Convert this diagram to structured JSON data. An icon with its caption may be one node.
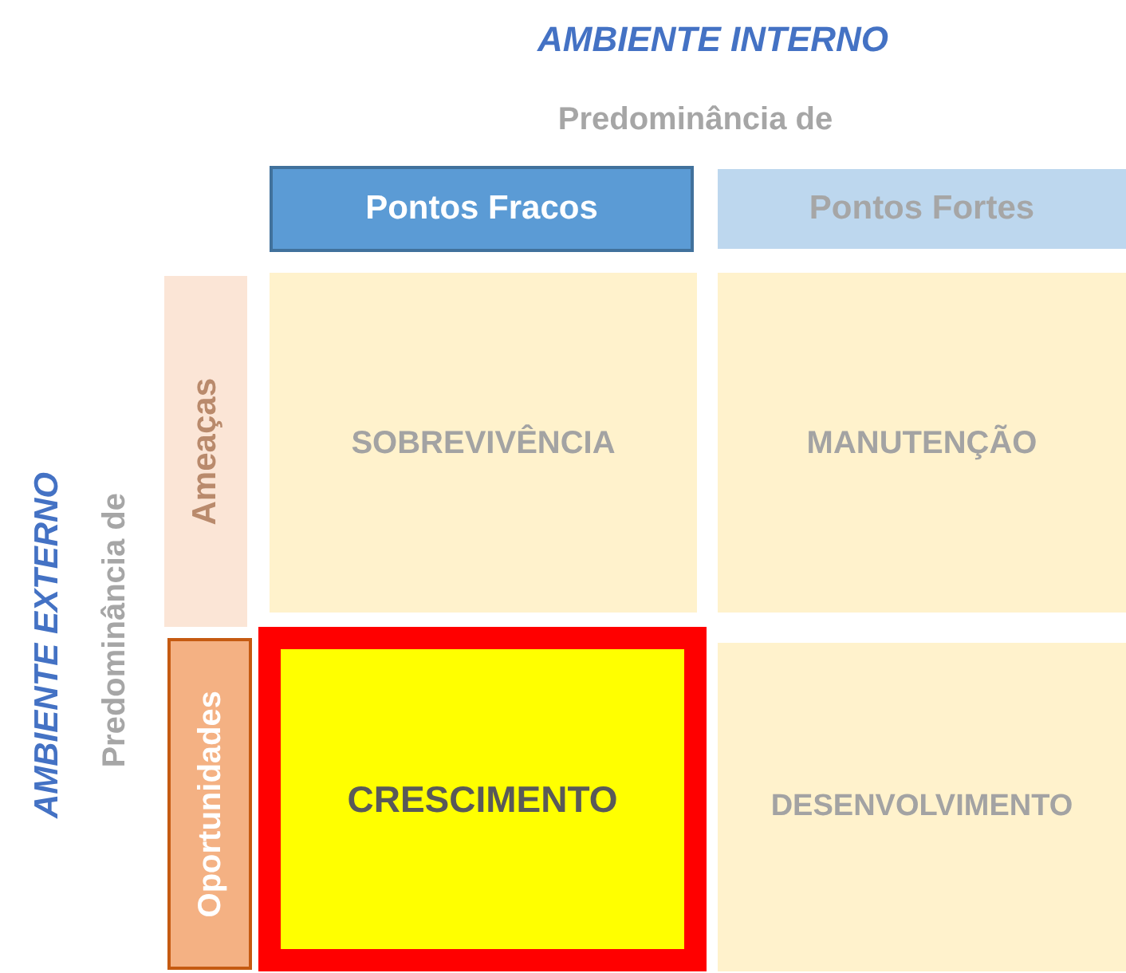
{
  "diagram": {
    "nodes": [
      {
        "text": [
          "Pontos Fracos"
        ]
      },
      {
        "text": [
          "Pontos Fortes"
        ]
      },
      {
        "text": [
          "Ameaças"
        ]
      },
      {
        "text": [
          "Oportunidades"
        ]
      },
      {
        "text": [
          "SOBREVIVÊNCIA"
        ]
      },
      {
        "text": [
          "MANUTENÇÃO"
        ]
      },
      {
        "text": [
          "CRESCIMENTO"
        ]
      },
      {
        "text": [
          "DESENVOLVIMENTO"
        ]
      }
    ],
    "labels": [
      "AMBIENTE INTERNO",
      "Predominância de",
      "AMBIENTE EXTERNO",
      "Predominância de"
    ]
  }
}
